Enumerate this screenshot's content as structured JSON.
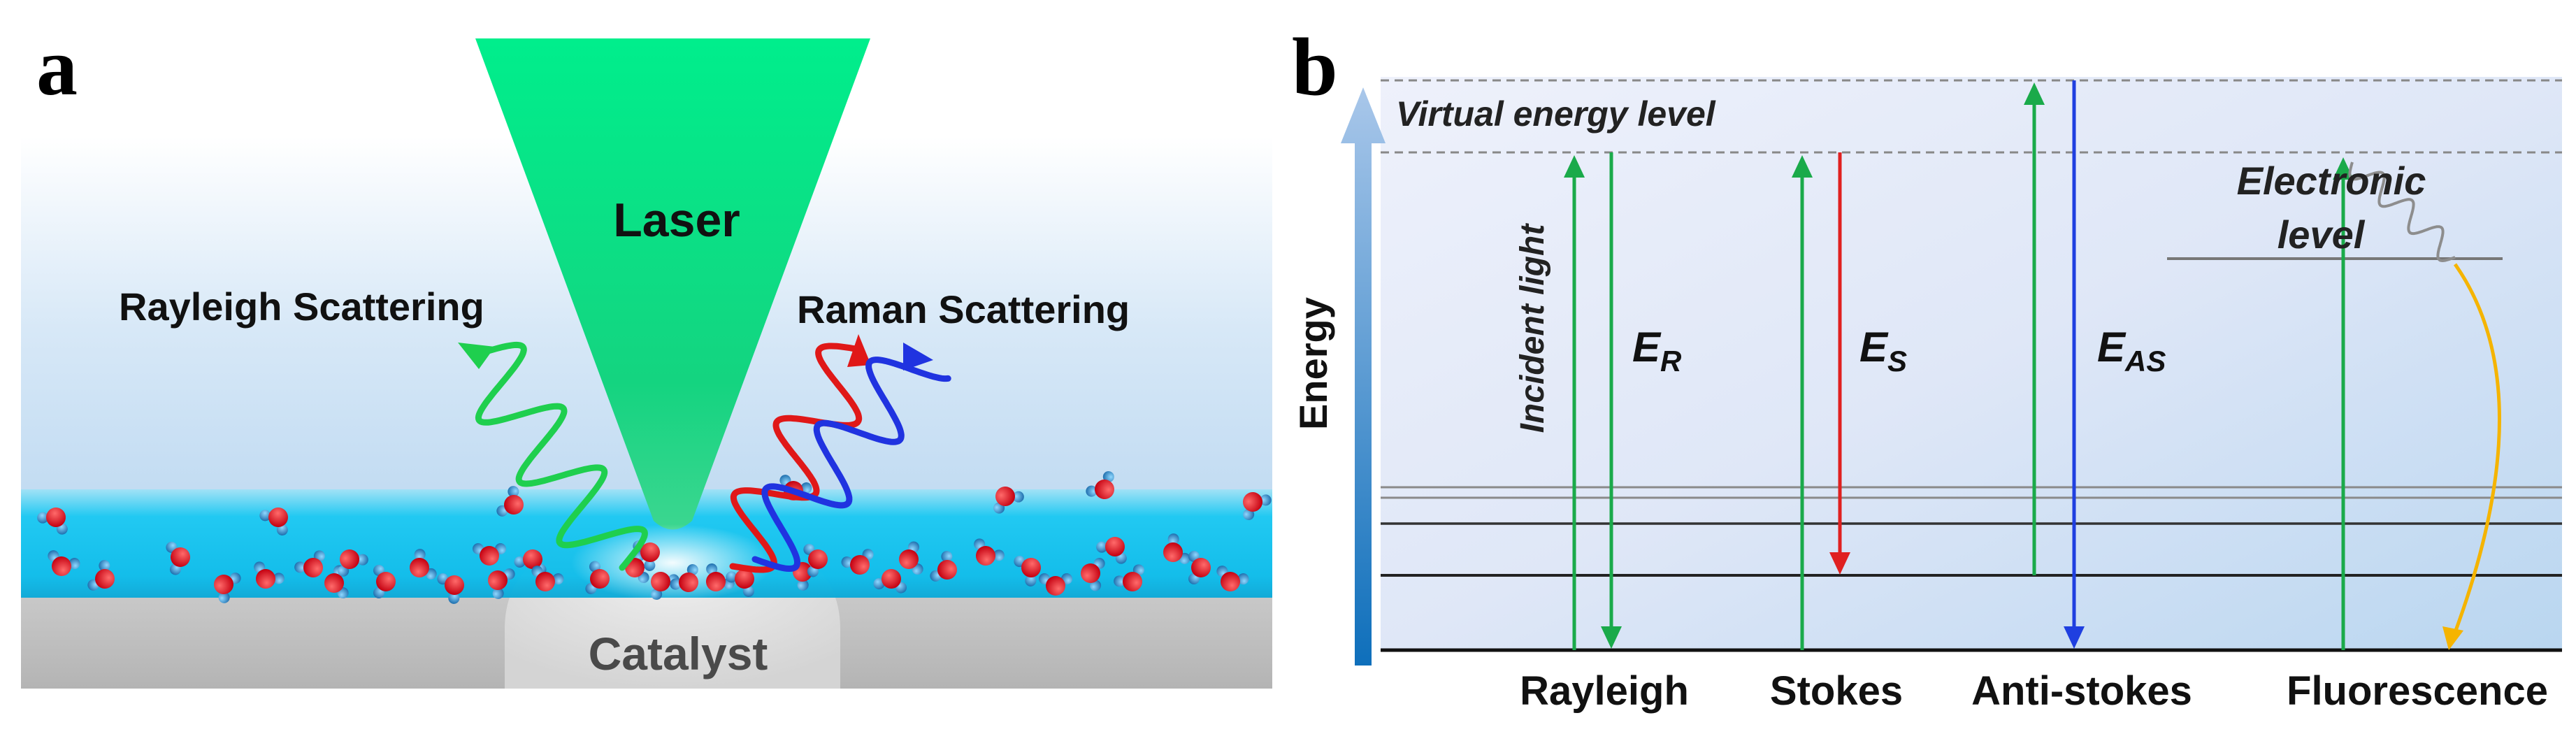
{
  "panel_a": {
    "letter": "a",
    "laser_label": "Laser",
    "rayleigh_label": "Rayleigh Scattering",
    "raman_label": "Raman Scattering",
    "catalyst_label": "Catalyst"
  },
  "panel_b": {
    "letter": "b",
    "virtual_level_label": "Virtual energy level",
    "energy_axis_label": "Energy",
    "incident_light_label": "Incident light",
    "e_r": {
      "main": "E",
      "sub": "R"
    },
    "e_s": {
      "main": "E",
      "sub": "S"
    },
    "e_as": {
      "main": "E",
      "sub": "AS"
    },
    "electronic_level_label_line1": "Electronic",
    "electronic_level_label_line2": "level",
    "columns": [
      "Rayleigh",
      "Stokes",
      "Anti-stokes",
      "Fluorescence"
    ]
  },
  "colors": {
    "laser_green": "#00e08a",
    "incident_green": "#19b04a",
    "stokes_red": "#e02020",
    "antistokes_blue": "#1f3fe0",
    "water_band": "#0cc4f0",
    "catalyst_gray": "#b9b9b9",
    "fluorescence_orange": "#f5b400",
    "energy_arrow_blue": "#1a78c8"
  }
}
